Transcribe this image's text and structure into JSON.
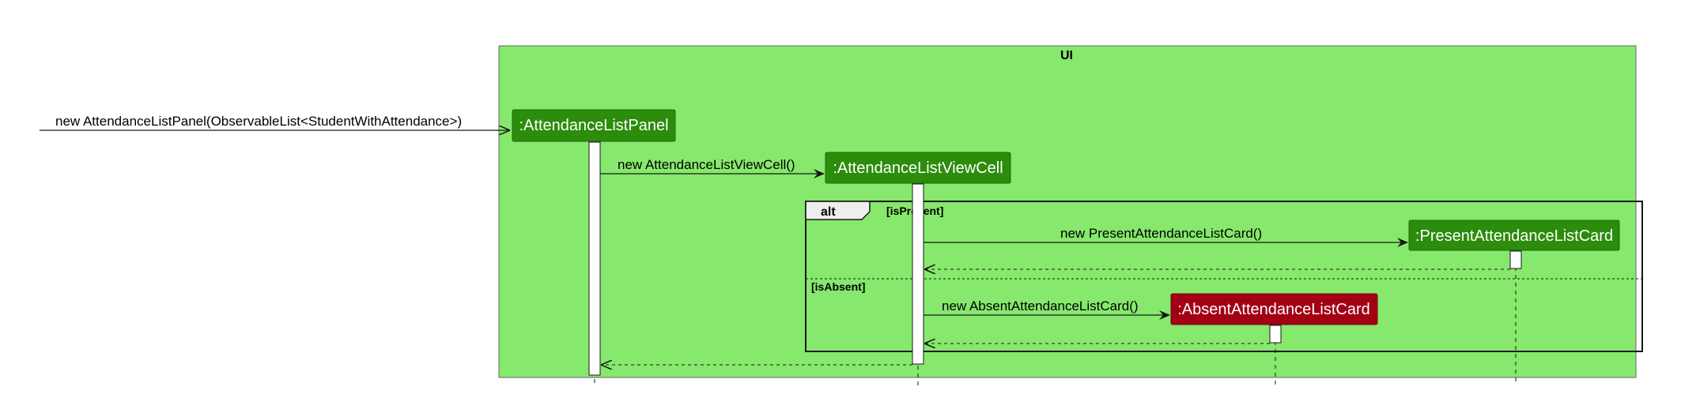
{
  "boundary": {
    "title": "UI",
    "fill_color": "#86E86C"
  },
  "participants": [
    {
      "id": "panel",
      "label": ":AttendanceListPanel",
      "color": "#2C8C0C"
    },
    {
      "id": "viewcell",
      "label": ":AttendanceListViewCell",
      "color": "#2C8C0C"
    },
    {
      "id": "present",
      "label": ":PresentAttendanceListCard",
      "color": "#2C8C0C"
    },
    {
      "id": "absent",
      "label": ":AbsentAttendanceListCard",
      "color": "#A30014"
    }
  ],
  "messages": {
    "constructor_panel": "new AttendanceListPanel(ObservableList<StudentWithAttendance>)",
    "constructor_viewcell": "new AttendanceListViewCell()",
    "constructor_present": "new PresentAttendanceListCard()",
    "constructor_absent": "new AbsentAttendanceListCard()"
  },
  "alt_fragment": {
    "label": "alt",
    "guard_present": "[isPresent]",
    "guard_absent": "[isAbsent]"
  }
}
